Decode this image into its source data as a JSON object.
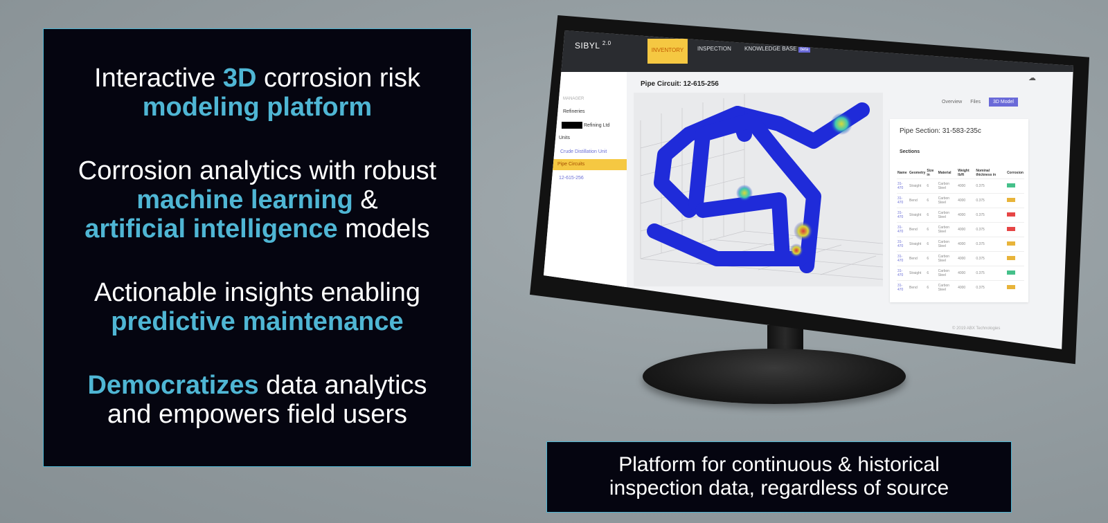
{
  "left_panel": {
    "b1": [
      "Interactive ",
      "3D",
      " corrosion risk",
      "modeling platform"
    ],
    "b2": [
      "Corrosion analytics with robust",
      "machine learning",
      " &",
      "artificial intelligence",
      " models"
    ],
    "b3": [
      "Actionable insights enabling",
      "predictive maintenance"
    ],
    "b4": [
      "Democratizes",
      " data analytics",
      "and empowers field users"
    ]
  },
  "caption": {
    "line1": "Platform for continuous & historical",
    "line2": "inspection data, regardless of source"
  },
  "screen": {
    "logo": "SIBYL",
    "logo_version": "2.0",
    "tabs": [
      {
        "label": "INVENTORY",
        "active": true
      },
      {
        "label": "INSPECTION",
        "active": false
      },
      {
        "label": "KNOWLEDGE BASE",
        "active": false
      }
    ],
    "beta_badge": "beta",
    "sidebar": {
      "manager": "MANAGER",
      "refineries": "Refineries",
      "refining_suffix": "Refining Ltd",
      "units": "Units",
      "unit_name": "Crude Distillation Unit",
      "pipe_circuits": "Pipe Circuits",
      "circuit_id": "12-615-256"
    },
    "title": "Pipe Circuit: 12-615-256",
    "view_tabs": [
      "Overview",
      "Files",
      "3D Model"
    ],
    "card": {
      "title": "Pipe Section: 31-583-235c",
      "sections": "Sections",
      "columns": [
        "Name",
        "Geometry",
        "Size in",
        "Material",
        "Weight lb/ft",
        "Nominal thickness in",
        "Corrosion"
      ],
      "rows": [
        {
          "name": "31-470",
          "geometry": "Straight",
          "size": "6",
          "material": "Carbon Steel",
          "weight": "4000",
          "thickness": "0.375",
          "badge": "#45c08a"
        },
        {
          "name": "31-470",
          "geometry": "Bend",
          "size": "6",
          "material": "Carbon Steel",
          "weight": "4000",
          "thickness": "0.375",
          "badge": "#e8b43a"
        },
        {
          "name": "31-470",
          "geometry": "Straight",
          "size": "6",
          "material": "Carbon Steel",
          "weight": "4000",
          "thickness": "0.375",
          "badge": "#e64545"
        },
        {
          "name": "31-470",
          "geometry": "Bend",
          "size": "6",
          "material": "Carbon Steel",
          "weight": "4000",
          "thickness": "0.375",
          "badge": "#e64545"
        },
        {
          "name": "31-470",
          "geometry": "Straight",
          "size": "6",
          "material": "Carbon Steel",
          "weight": "4000",
          "thickness": "0.375",
          "badge": "#e8b43a"
        },
        {
          "name": "31-470",
          "geometry": "Bend",
          "size": "6",
          "material": "Carbon Steel",
          "weight": "4000",
          "thickness": "0.375",
          "badge": "#e8b43a"
        },
        {
          "name": "31-470",
          "geometry": "Straight",
          "size": "6",
          "material": "Carbon Steel",
          "weight": "4000",
          "thickness": "0.375",
          "badge": "#45c08a"
        },
        {
          "name": "31-470",
          "geometry": "Bend",
          "size": "6",
          "material": "Carbon Steel",
          "weight": "4000",
          "thickness": "0.375",
          "badge": "#e8b43a"
        }
      ]
    },
    "footer": "© 2019 ABX Technologies"
  },
  "colors": {
    "accent": "#4fb6d4",
    "panel_bg": "#050510",
    "screen_tab_active": "#f5c842",
    "pipe": "#1f2bd9"
  }
}
